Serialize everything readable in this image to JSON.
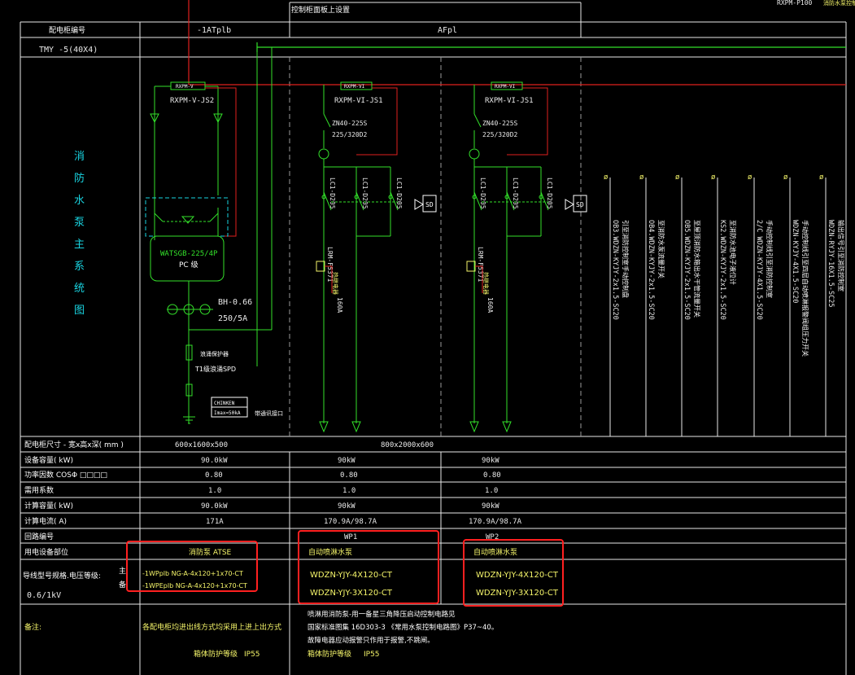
{
  "header": {
    "title": "控制柜面板上设置",
    "corner": "RXPM-P100",
    "corner2": "消防水泵控制柜"
  },
  "table_rows": {
    "panel_no_label": "配电柜编号",
    "panel_1": "-1ATplb",
    "panel_2": "AFpl",
    "bus_label": "TMY -5(40X4)",
    "system_title_chars": [
      "消",
      "防",
      "水",
      "泵",
      "主",
      "系",
      "统",
      "图"
    ],
    "size_label": "配电柜尺寸 - 宽x高x深( mm )",
    "size_1": "600x1600x500",
    "size_2": "800x2000x600",
    "capacity_label": "设备容量( kW)",
    "capacity": [
      "90.0kW",
      "90kW",
      "90kW"
    ],
    "pf_label": "功率因数  COSΦ    □□□□",
    "pf": [
      "0.80",
      "0.80",
      "0.80"
    ],
    "demand_label": "需用系数",
    "demand": [
      "1.0",
      "1.0",
      "1.0"
    ],
    "calc_cap_label": "计算容量( kW)",
    "calc_cap": [
      "90.0kW",
      "90kW",
      "90kW"
    ],
    "calc_cur_label": "计算电流( A)",
    "calc_cur": [
      "171A",
      "170.9A/98.7A",
      "170.9A/98.7A"
    ],
    "loop_label": "回路编号",
    "loop": [
      "",
      "WP1",
      "WP2"
    ],
    "use_label": "用电设备部位",
    "use": [
      "消防泵   ATSE",
      "自动喷淋水泵",
      "自动喷淋水泵"
    ],
    "cable_label": "导线型号规格.电压等级:",
    "voltage": "0.6/1kV",
    "main_mark": "主",
    "backup_mark": "备",
    "cable_1a": "-1WPplb NG-A-4x120+1x70-CT",
    "cable_1b": "-1WPEplb NG-A-4x120+1x70-CT",
    "cable_2a": "WDZN-YJY-4X120-CT",
    "cable_2b": "WDZN-YJY-3X120-CT",
    "cable_3a": "WDZN-YJY-4X120-CT",
    "cable_3b": "WDZN-YJY-3X120-CT",
    "note_label": "备注:",
    "note_1": "各配电柜均进出线方式均采用上进上出方式",
    "note_2a": "喷淋用消防泵-用一备星三角降压启动控制电路见",
    "note_2b": "国家标准图集   16D303-3    《常用水泵控制电路图》P37~40。",
    "note_2c": "故障电器应动报警只作用于报警,不跳闸。",
    "protect_label_1": "箱体防护等级",
    "protect_1": "IP55",
    "protect_label_2": "箱体防护等级",
    "protect_2": "IP55"
  },
  "col1": {
    "module": "RXPM-V",
    "module_id": "RXPM-V-JS2",
    "ats": "WATSGB-225/4P",
    "ats_class": "PC 级",
    "ct": "BH-0.66",
    "ct_ratio": "250/5A",
    "surge_label": "浪涌保护器",
    "spd": "T1级浪涌SPD",
    "box1": "CHINKEN",
    "box2": "Imax=50kA",
    "unit_box": "带通讯接口"
  },
  "col2": {
    "module": "RXPM-VI",
    "module_id": "RXPM-VI-JS1",
    "breaker": "ZN40-225S",
    "breaker2": "225/320D2",
    "lc1": "LC1-D205",
    "lc2": "LC1-D205",
    "lc3": "LC1-D205",
    "relay": "LRM-F5371",
    "relay_tag": "热继电器",
    "current": "160A",
    "sd": "SD"
  },
  "col3": {
    "module": "RXPM-VI",
    "module_id": "RXPM-VI-JS1",
    "breaker": "ZN40-225S",
    "breaker2": "225/320D2",
    "lc1": "LC1-D205",
    "lc2": "LC1-D205",
    "lc3": "LC1-D205",
    "relay": "LRM-F5371",
    "relay_tag": "热继电器",
    "current": "160A",
    "sd": "SD"
  },
  "control_lines": [
    {
      "a": "OB3.WDZN-KYJY-2x1.5-SC20",
      "b": "引至消防控制室手动控制盘"
    },
    {
      "a": "OB4.WDZN-KYJY-2x1.5-SC20",
      "b": "至消防水泵流量开关"
    },
    {
      "a": "OB5.WDZN-KYJY-2x1.5-SC20",
      "b": "至屋顶消防水箱出水干管流量开关"
    },
    {
      "a": "KS2.WDZN-KYJY-2x1.5-SC20",
      "b": "至消防水池电子液位计"
    },
    {
      "a": "2/C WDZN-KYJY-4X1.5-SC20",
      "b": "手动控制线引至消防控制室"
    },
    {
      "a": "WDZN-KYJY-4X1.5-SC20",
      "b": "手动控制线引至四层自动喷淋报警阀组压力开关"
    },
    {
      "a": "WDZN-RYJY-16X1.5-SC25",
      "b": "输出信号引至消防控制室"
    }
  ],
  "colors": {
    "green": "#33e02a",
    "red": "#e0201e",
    "white": "#ffffff",
    "cyan": "#19d3e0",
    "yellow": "#f5f56a",
    "highlight": "#ff2020"
  }
}
